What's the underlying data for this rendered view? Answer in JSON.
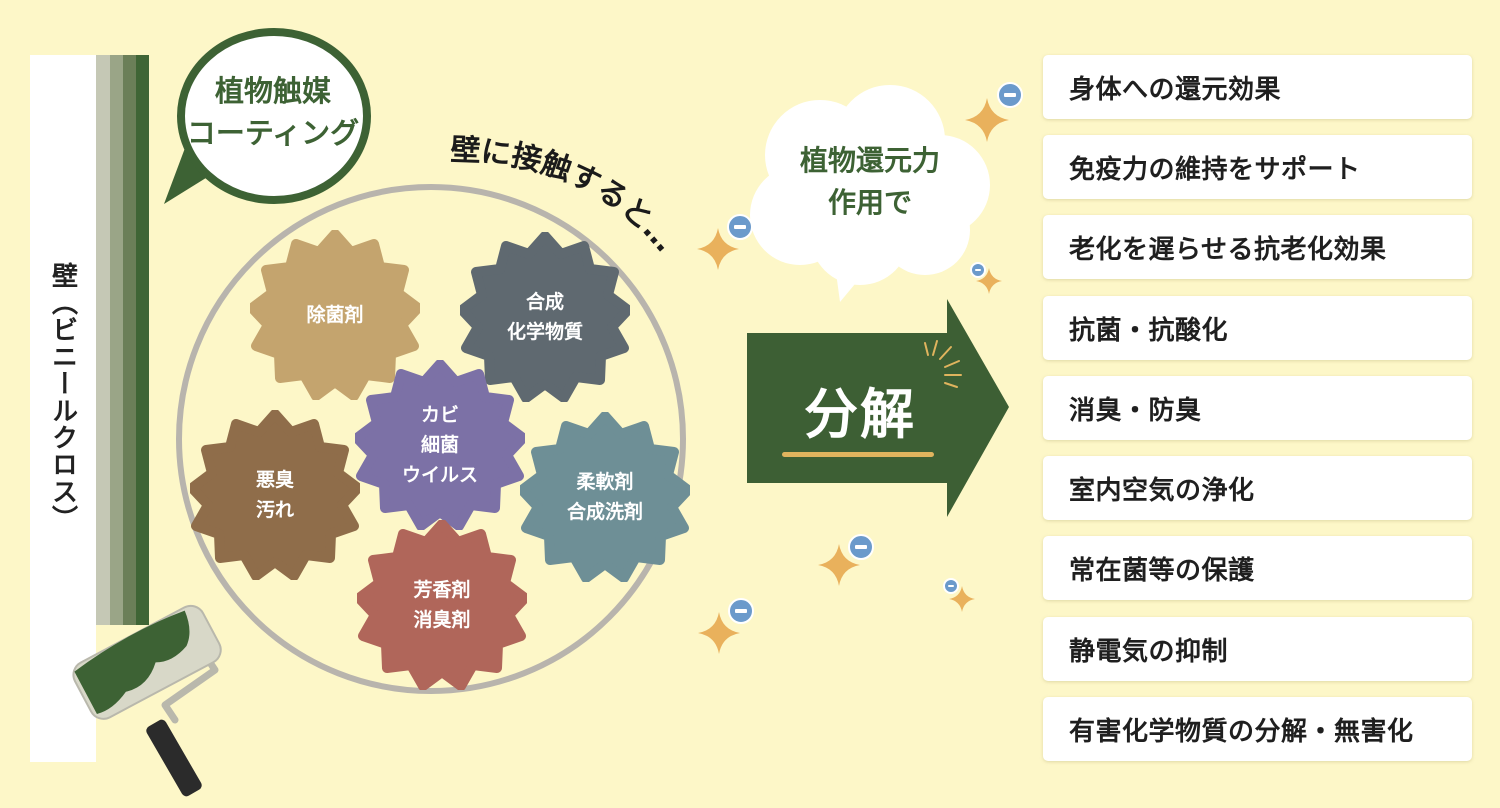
{
  "wall": {
    "label": "壁（ビニールクロス）",
    "stripe_colors": [
      "#c5c8b5",
      "#9aa587",
      "#6b7f58",
      "#3f6535"
    ]
  },
  "coating_bubble": {
    "line1": "植物触媒",
    "line2": "コーティング",
    "color": "#3d6234"
  },
  "contact_caption": "壁に接触すると…",
  "substances": [
    {
      "label": "除菌剤",
      "color": "#c4a46e"
    },
    {
      "label": "合成\n化学物質",
      "color": "#5f6970"
    },
    {
      "label": "カビ\n細菌\nウイルス",
      "color": "#7c71a6"
    },
    {
      "label": "悪臭\n汚れ",
      "color": "#8f6d4a"
    },
    {
      "label": "柔軟剤\n合成洗剤",
      "color": "#6e8f96"
    },
    {
      "label": "芳香剤\n消臭剤",
      "color": "#b0665a"
    }
  ],
  "cloud_bubble": {
    "text": "植物還元力\n作用で"
  },
  "arrow": {
    "label": "分解",
    "color": "#3d5f34",
    "underline_color": "#e0b45e"
  },
  "sparkle_colors": {
    "star": "#e9b15c",
    "minus": "#6b9acb"
  },
  "effects": [
    "身体への還元効果",
    "免疫力の維持をサポート",
    "老化を遅らせる抗老化効果",
    "抗菌・抗酸化",
    "消臭・防臭",
    "室内空気の浄化",
    "常在菌等の保護",
    "静電気の抑制",
    "有害化学物質の分解・無害化"
  ],
  "background_color": "#fdf7c8"
}
